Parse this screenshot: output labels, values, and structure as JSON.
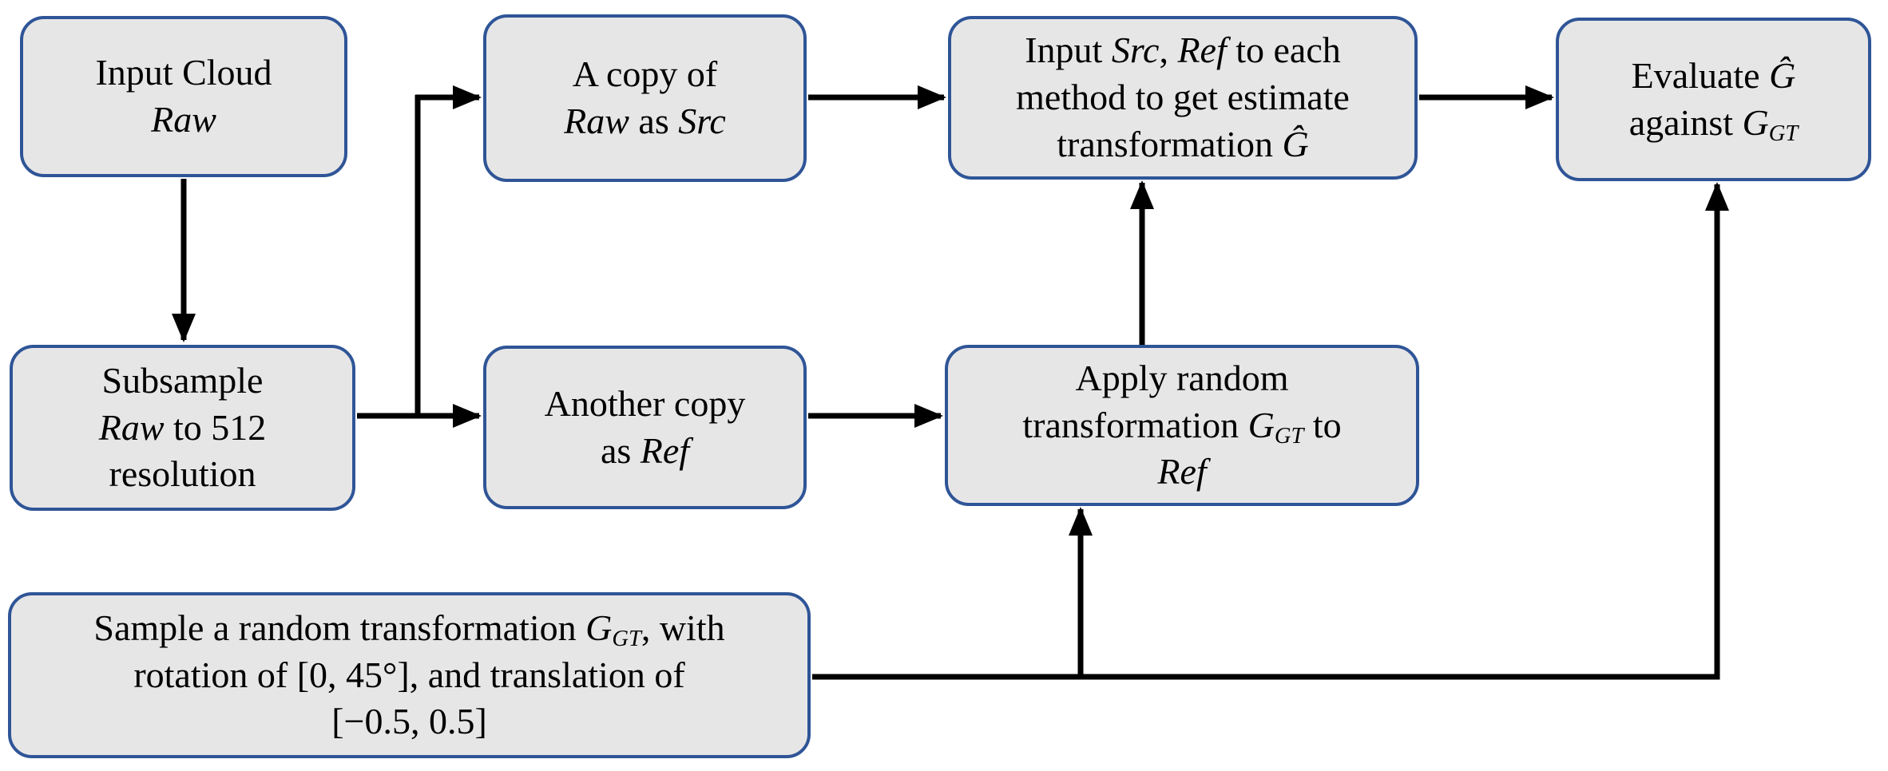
{
  "colors": {
    "box_fill": "#e7e6e6",
    "box_border": "#2f5597",
    "arrow": "#000000",
    "text": "#000000",
    "page_bg": "#ffffff"
  },
  "boxes": {
    "input_cloud": {
      "lines": [
        [
          {
            "t": "Input Cloud"
          }
        ],
        [
          {
            "t": "Raw",
            "i": 1
          }
        ]
      ]
    },
    "subsample": {
      "lines": [
        [
          {
            "t": "Subsample"
          }
        ],
        [
          {
            "t": "Raw",
            "i": 1
          },
          {
            "t": " to 512"
          }
        ],
        [
          {
            "t": "resolution"
          }
        ]
      ]
    },
    "copy_src": {
      "lines": [
        [
          {
            "t": "A copy of"
          }
        ],
        [
          {
            "t": "Raw",
            "i": 1
          },
          {
            "t": " as "
          },
          {
            "t": "Src",
            "i": 1
          }
        ]
      ]
    },
    "copy_ref": {
      "lines": [
        [
          {
            "t": "Another copy"
          }
        ],
        [
          {
            "t": "as "
          },
          {
            "t": "Ref",
            "i": 1
          }
        ]
      ]
    },
    "input_method": {
      "lines": [
        [
          {
            "t": "Input "
          },
          {
            "t": "Src",
            "i": 1
          },
          {
            "t": ", "
          },
          {
            "t": "Ref",
            "i": 1
          },
          {
            "t": " to each"
          }
        ],
        [
          {
            "t": "method to get estimate"
          }
        ],
        [
          {
            "t": "transformation "
          },
          {
            "t": "Ĝ",
            "i": 1
          }
        ]
      ]
    },
    "apply_transform": {
      "lines": [
        [
          {
            "t": "Apply random"
          }
        ],
        [
          {
            "t": "transformation "
          },
          {
            "t": "G",
            "i": 1
          },
          {
            "t": "GT",
            "i": 1,
            "sub": 1
          },
          {
            "t": " to"
          }
        ],
        [
          {
            "t": "Ref",
            "i": 1
          }
        ]
      ]
    },
    "evaluate": {
      "lines": [
        [
          {
            "t": "Evaluate "
          },
          {
            "t": "Ĝ",
            "i": 1
          }
        ],
        [
          {
            "t": "against "
          },
          {
            "t": "G",
            "i": 1
          },
          {
            "t": "GT",
            "i": 1,
            "sub": 1
          }
        ]
      ]
    },
    "sample_transform": {
      "lines": [
        [
          {
            "t": "Sample a random transformation "
          },
          {
            "t": "G",
            "i": 1
          },
          {
            "t": "GT",
            "i": 1,
            "sub": 1
          },
          {
            "t": ", with"
          }
        ],
        [
          {
            "t": "rotation of [0, 45°], and translation of"
          }
        ],
        [
          {
            "t": "[−0.5, 0.5]"
          }
        ]
      ]
    }
  }
}
